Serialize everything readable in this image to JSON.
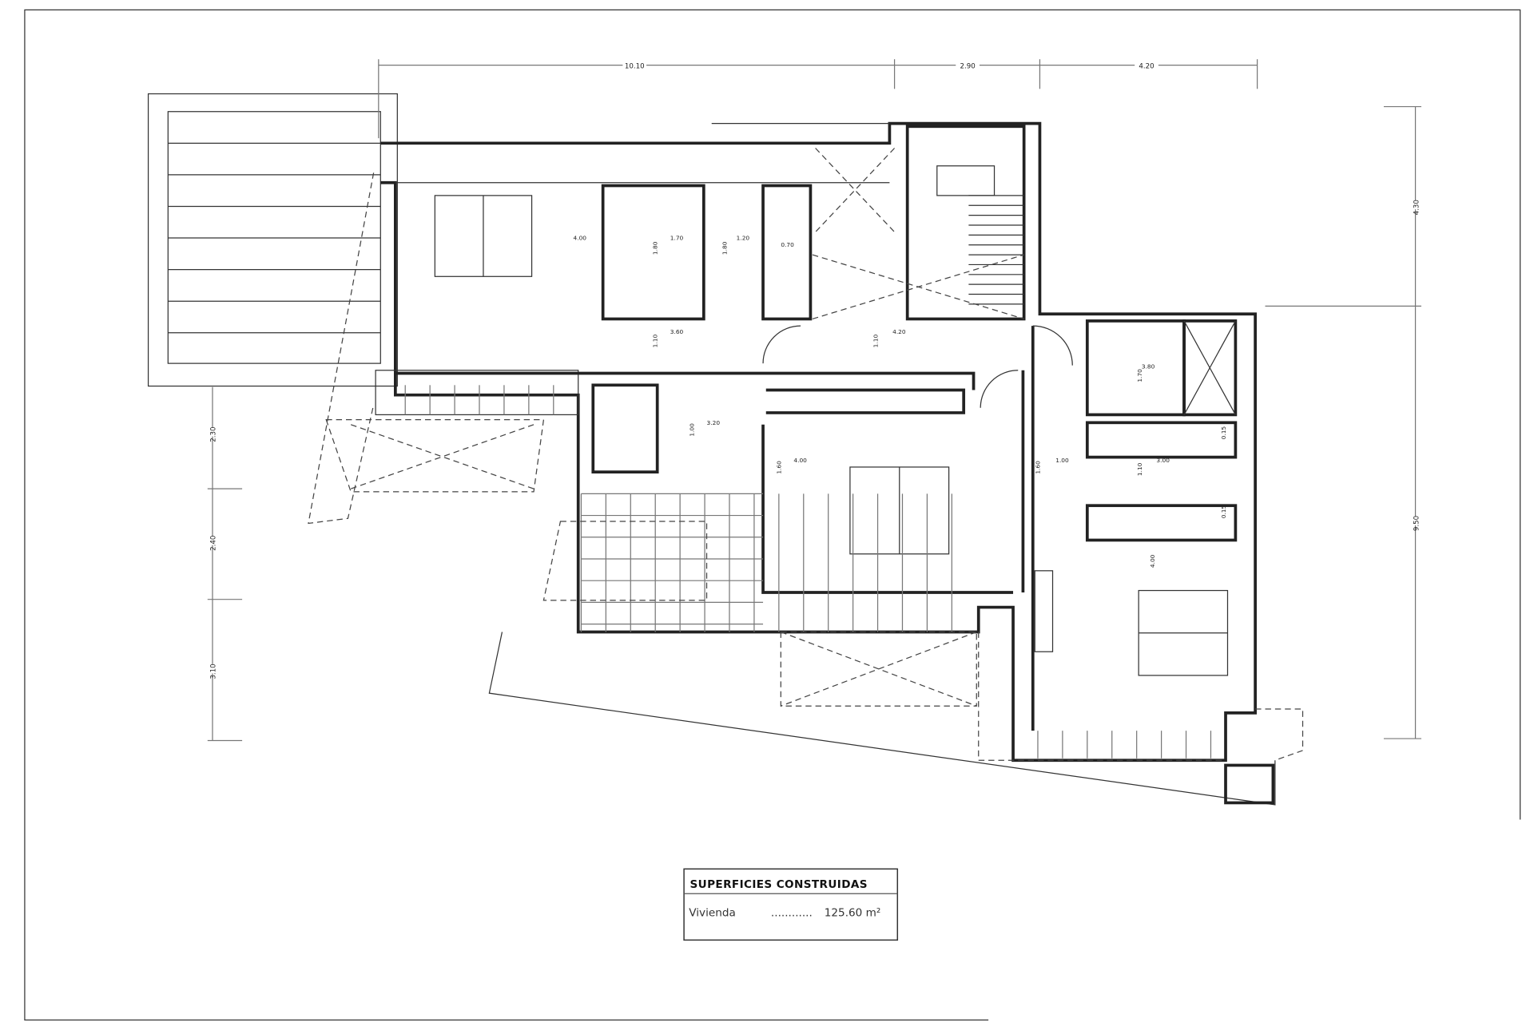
{
  "plan": {
    "top_dimensions": [
      "10.10",
      "2.90",
      "4.20"
    ],
    "right_dimensions": [
      "4.30",
      "9.50"
    ],
    "left_dimensions": [
      "2.30",
      "2.40",
      "3.10"
    ],
    "room_labels": [
      "4.00",
      "1.70",
      "1.80",
      "1.20",
      "1.80",
      "0.70",
      "3.60",
      "1.10",
      "4.20",
      "1.10",
      "3.20",
      "1.00",
      "4.00",
      "1.60",
      "1.00",
      "1.60",
      "3.80",
      "1.70",
      "3.00",
      "1.10",
      "0.15",
      "0.15",
      "4.00"
    ]
  },
  "legend": {
    "title": "SUPERFICIES CONSTRUIDAS",
    "row_label": "Vivienda",
    "row_leader": "............",
    "row_value": "125.60 m²"
  }
}
